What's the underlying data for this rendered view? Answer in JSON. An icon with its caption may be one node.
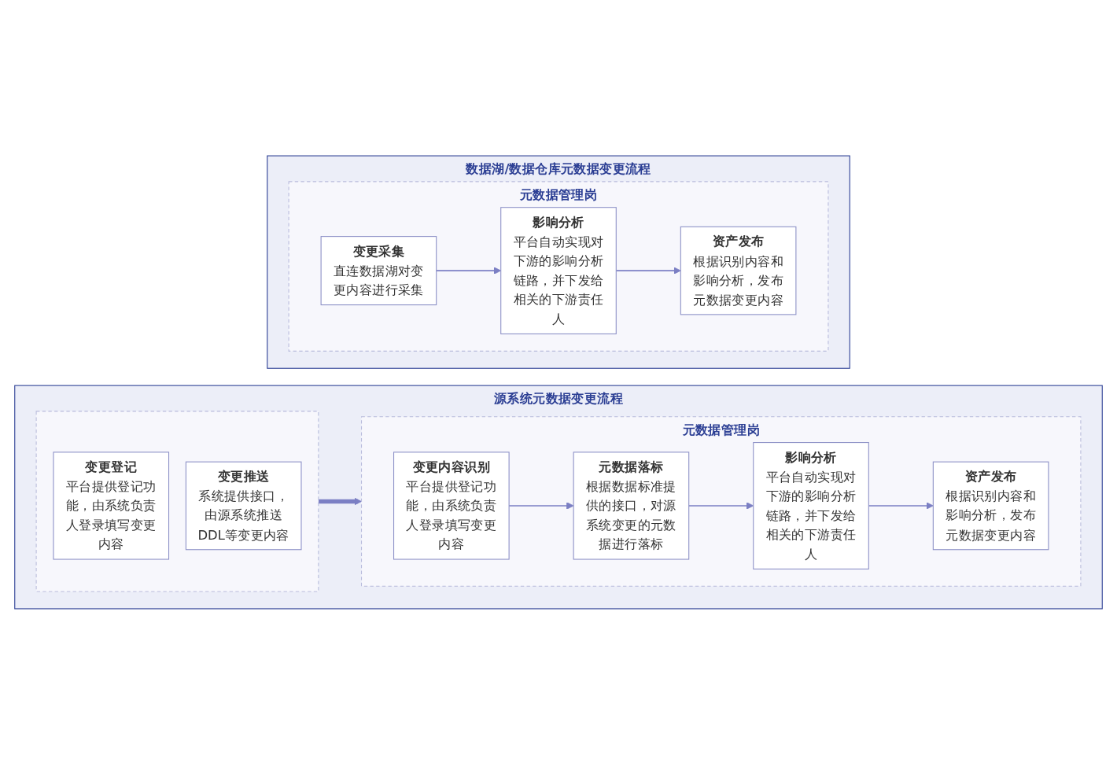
{
  "diagram": {
    "nodes": [
      {
        "text": [
          "源系统元数据变更流程"
        ]
      },
      {
        "text": [],
        "shape": "box",
        "in": 0
      },
      {
        "text": [
          "变更登记",
          "平台提供登记功能，由系统负责人登录填写变更内容"
        ],
        "in": 1
      },
      {
        "text": [
          "变更推送",
          "系统提供接口，由源系统推送DDL等变更内容"
        ],
        "in": 1
      },
      {
        "text": [
          "元数据管理岗"
        ],
        "in": 0
      },
      {
        "text": [
          "变更内容识别",
          "平台提供登记功能，由系统负责人登录填写变更内容"
        ],
        "in": 4
      },
      {
        "text": [
          "元数据落标",
          "根据数据标准提供的接口，对源系统变更的元数据进行落标"
        ],
        "in": 4
      },
      {
        "text": [
          "影响分析",
          "平台自动实现对下游的影响分析链路，并下发给相关的下游责任人"
        ],
        "in": 4
      },
      {
        "text": [
          "资产发布",
          "根据识别内容和影响分析，发布元数据变更内容"
        ],
        "in": 4
      },
      {
        "text": [
          "数据湖/数据仓库元数据变更流程"
        ]
      },
      {
        "text": [
          "元数据管理岗"
        ],
        "in": 9
      },
      {
        "text": [
          "变更采集",
          "直连数据湖对变更内容进行采集"
        ],
        "in": 10
      },
      {
        "text": [
          "影响分析",
          "平台自动实现对下游的影响分析链路，并下发给相关的下游责任人"
        ],
        "in": 10
      },
      {
        "text": [
          "资产发布",
          "根据识别内容和影响分析，发布元数据变更内容"
        ],
        "in": 10
      }
    ],
    "edges": [
      {
        "from": 1,
        "to": 4,
        "arrow": "to",
        "style": "thick"
      },
      {
        "from": 5,
        "to": 6,
        "arrow": "to"
      },
      {
        "from": 6,
        "to": 7,
        "arrow": "to"
      },
      {
        "from": 7,
        "to": 8,
        "arrow": "to"
      },
      {
        "from": 11,
        "to": 12,
        "arrow": "to"
      },
      {
        "from": 12,
        "to": 13,
        "arrow": "to"
      }
    ]
  }
}
